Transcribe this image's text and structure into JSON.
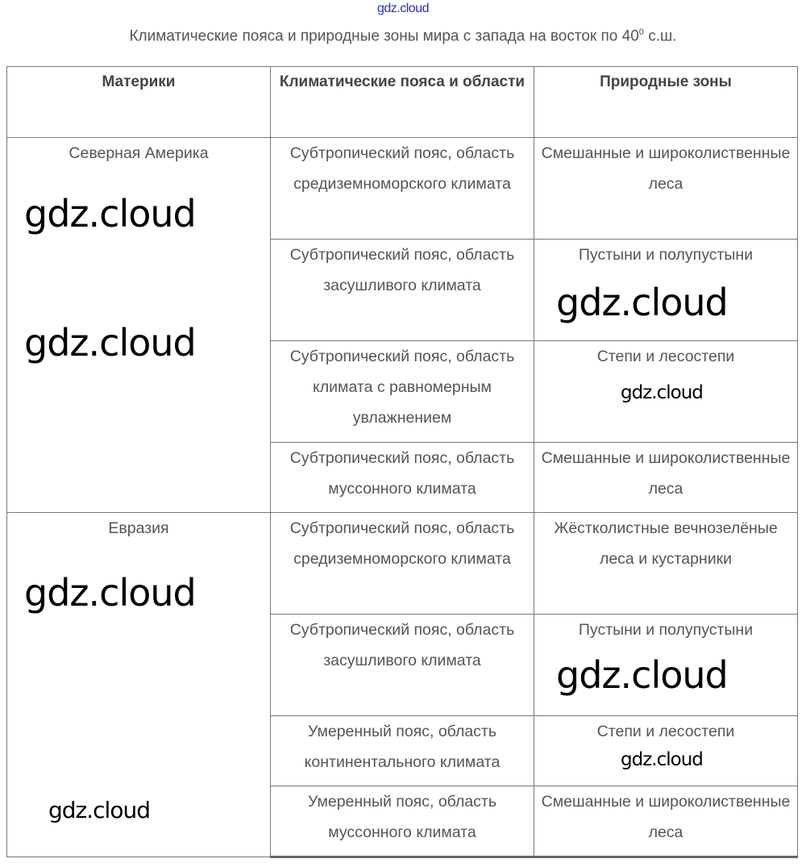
{
  "site_label": "gdz.cloud",
  "title": {
    "text": "Климатические пояса и природные зоны мира с запада на восток по 40",
    "sup": "0",
    "suffix": " с.ш."
  },
  "table": {
    "headers": [
      "Материки",
      "Климатические пояса и области",
      "Природные зоны"
    ],
    "groups": [
      {
        "continent": "Северная Америка",
        "rows": [
          {
            "climate": "Субтропический пояс, область средиземноморского климата",
            "zone": "Смешанные и широколиственные леса"
          },
          {
            "climate": "Субтропический пояс, область засушливого климата",
            "zone": "Пустыни и полупустыни"
          },
          {
            "climate": "Субтропический пояс, область климата с равномерным увлажнением",
            "zone": "Степи и лесостепи"
          },
          {
            "climate": "Субтропический пояс, область муссонного климата",
            "zone": "Смешанные и широколиственные леса"
          }
        ]
      },
      {
        "continent": "Евразия",
        "rows": [
          {
            "climate": "Субтропический пояс, область средиземноморского климата",
            "zone": "Жёстколистные вечнозелёные леса и кустарники"
          },
          {
            "climate": "Субтропический пояс, область засушливого климата",
            "zone": "Пустыни и полупустыни"
          },
          {
            "climate": "Умеренный пояс, область континентального климата",
            "zone": "Степи и лесостепи"
          },
          {
            "climate": "Умеренный пояс, область муссонного климата",
            "zone": "Смешанные и широколиственные леса"
          }
        ]
      }
    ]
  },
  "watermark": "gdz.cloud"
}
